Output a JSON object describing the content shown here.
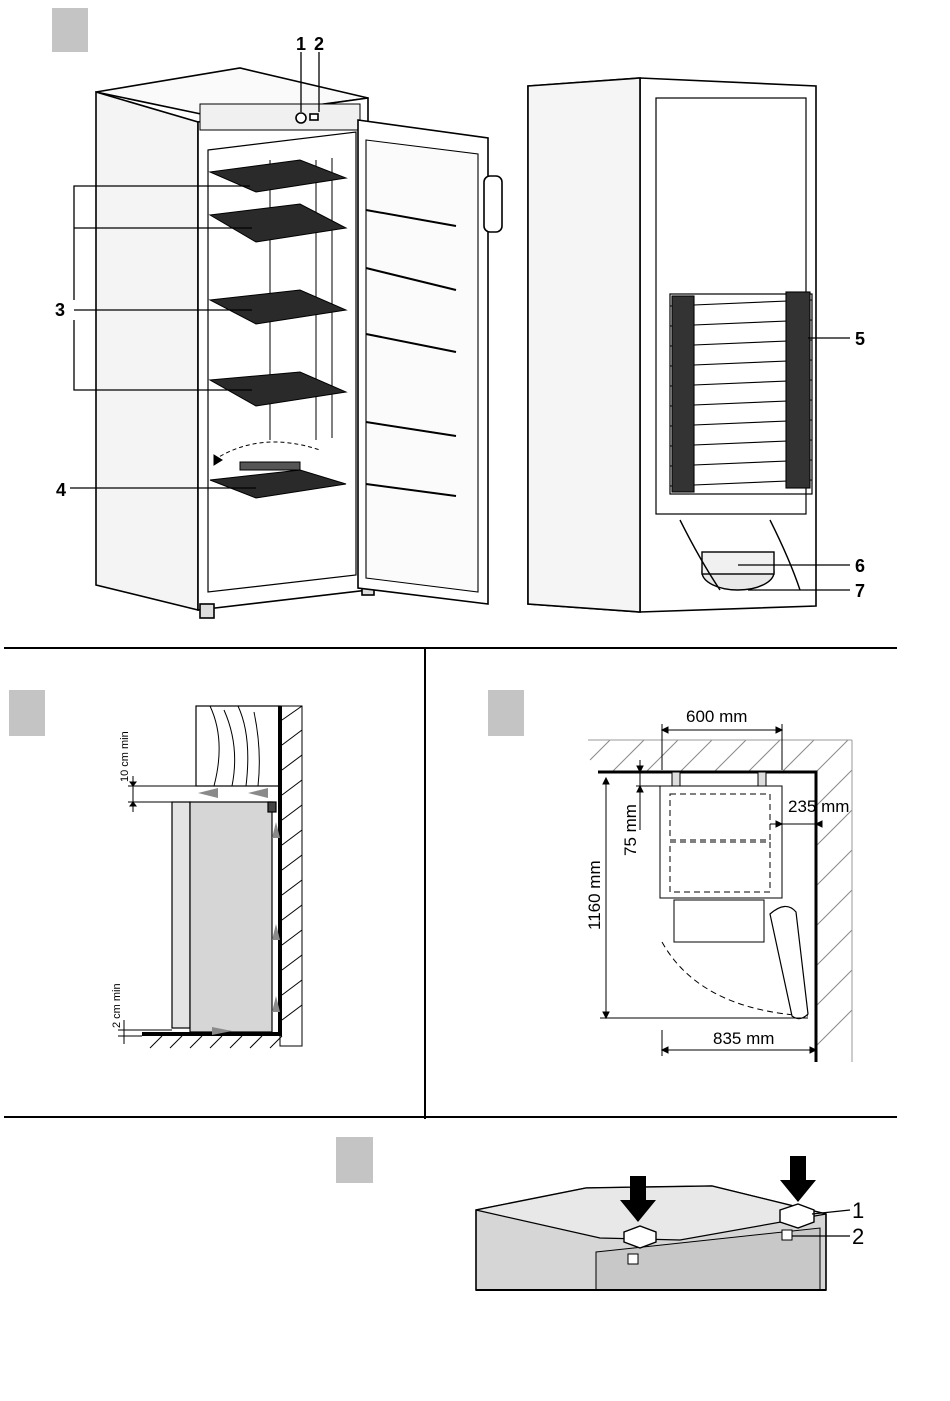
{
  "figure1": {
    "callouts": {
      "c1": "1",
      "c2": "2",
      "c3": "3",
      "c4": "4",
      "c5": "5",
      "c6": "6",
      "c7": "7"
    }
  },
  "figure2": {
    "dim_top": "10 cm min",
    "dim_bottom": "2 cm min"
  },
  "figure3": {
    "dim_width": "600 mm",
    "dim_side": "235 mm",
    "dim_gap": "75 mm",
    "dim_depth": "1160 mm",
    "dim_open": "835 mm"
  },
  "figure4": {
    "callouts": {
      "c1": "1",
      "c2": "2"
    }
  },
  "colors": {
    "badge": "#c4c4c4",
    "panel_gray": "#d6d6d6",
    "rack_dark": "#2a2a2a"
  }
}
